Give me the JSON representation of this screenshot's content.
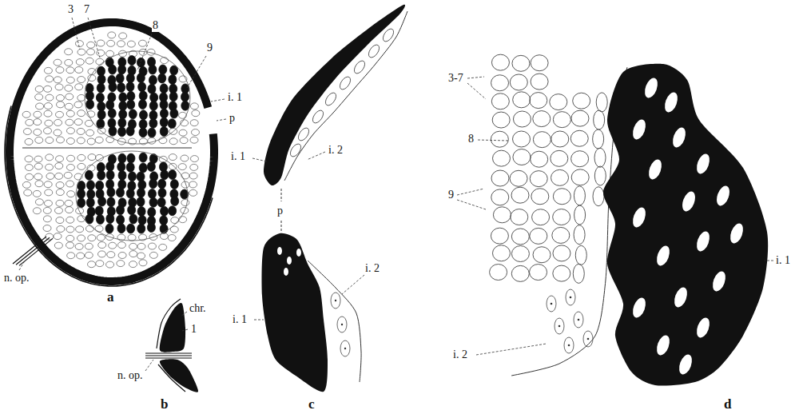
{
  "diagram": {
    "labels": [
      "3",
      "7",
      "8",
      "9",
      "i. 1",
      "p",
      "n. op.",
      "a",
      "chr.",
      "1",
      "n. op.",
      "b",
      "i. 1",
      "i. 2",
      "p",
      "i. 1",
      "i. 2",
      "c",
      "3-7",
      "8",
      "9",
      "i. 2",
      "i. 1",
      "d"
    ]
  }
}
